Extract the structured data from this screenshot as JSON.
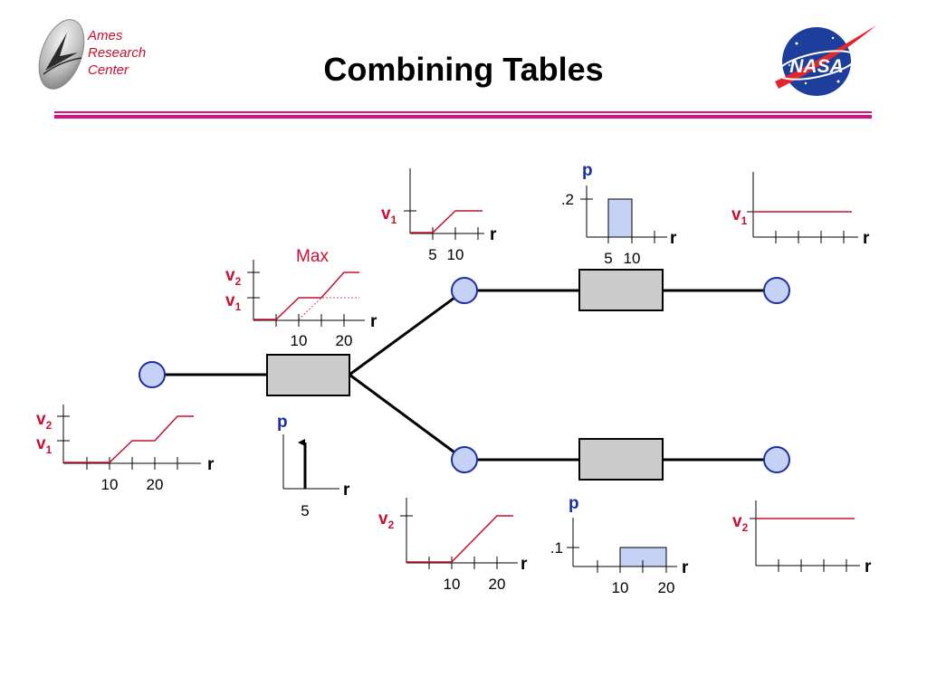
{
  "header": {
    "title": "Combining Tables",
    "ames_lines": [
      "Ames",
      "Research",
      "Center"
    ],
    "nasa_logo_text": "NASA"
  },
  "colors": {
    "accent_rule": "#d4137f",
    "curve": "#c8102e",
    "node_fill": "#c6d2f5",
    "node_stroke": "#1c2fa0",
    "box_fill": "#cccccc",
    "pdf_fill": "#c6d2f5"
  },
  "plots": {
    "v1v2_left": {
      "v_top": "v",
      "v_top_sub": "2",
      "v_bot": "v",
      "v_bot_sub": "1",
      "axis": "r",
      "tick_a": "10",
      "tick_b": "20"
    },
    "max_plot": {
      "caption": "Max",
      "v_top": "v",
      "v_top_sub": "2",
      "v_bot": "v",
      "v_bot_sub": "1",
      "axis": "r",
      "tick_a": "10",
      "tick_b": "20"
    },
    "impulse": {
      "p": "p",
      "axis": "r",
      "tick": "5"
    },
    "top_ramp": {
      "v": "v",
      "v_sub": "1",
      "axis": "r",
      "tick_a": "5",
      "tick_b": "10"
    },
    "top_pdf": {
      "p": "p",
      "y_tick": ".2",
      "axis": "r",
      "tick_a": "5",
      "tick_b": "10"
    },
    "top_flat": {
      "v": "v",
      "v_sub": "1",
      "axis": "r"
    },
    "bottom_ramp": {
      "v": "v",
      "v_sub": "2",
      "axis": "r",
      "tick_a": "10",
      "tick_b": "20"
    },
    "bottom_pdf": {
      "p": "p",
      "y_tick": ".1",
      "axis": "r",
      "tick_a": "10",
      "tick_b": "20"
    },
    "bottom_flat": {
      "v": "v",
      "v_sub": "2",
      "axis": "r"
    }
  }
}
